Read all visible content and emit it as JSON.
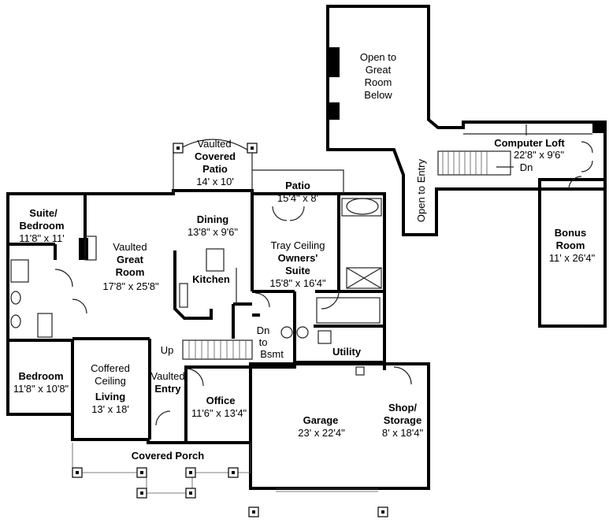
{
  "labels": {
    "open_great_room": [
      "Open to",
      "Great",
      "Room",
      "Below"
    ],
    "open_entry": "Open to Entry",
    "computer_loft": {
      "name": "Computer Loft",
      "size": "22'8\" x 9'6\""
    },
    "loft_dn": "Dn",
    "bonus_room": {
      "name_1": "Bonus",
      "name_2": "Room",
      "size": "11' x 26'4\""
    },
    "covered_patio": {
      "pre": "Vaulted",
      "name_1": "Covered",
      "name_2": "Patio",
      "size": "14' x 10'"
    },
    "patio": {
      "name": "Patio",
      "size": "15'4\" x 8'"
    },
    "suite_bedroom": {
      "name_1": "Suite/",
      "name_2": "Bedroom",
      "size": "11'8\" x 11'"
    },
    "great_room": {
      "pre": "Vaulted",
      "name_1": "Great",
      "name_2": "Room",
      "size": "17'8\" x 25'8\""
    },
    "dining": {
      "name": "Dining",
      "size": "13'8\" x 9'6\""
    },
    "kitchen": {
      "name": "Kitchen"
    },
    "owners_suite": {
      "pre": "Tray Ceiling",
      "name_1": "Owners'",
      "name_2": "Suite",
      "size": "15'8\" x 16'4\""
    },
    "bedroom": {
      "name": "Bedroom",
      "size": "11'8\" x 10'8\""
    },
    "living": {
      "pre_1": "Coffered",
      "pre_2": "Ceiling",
      "name": "Living",
      "size": "13' x 18'"
    },
    "entry": {
      "pre": "Vaulted",
      "name": "Entry"
    },
    "up": "Up",
    "dn_bsmt": [
      "Dn",
      "to",
      "Bsmt"
    ],
    "office": {
      "name": "Office",
      "size": "11'6\" x 13'4\""
    },
    "utility": {
      "name": "Utility"
    },
    "garage": {
      "name": "Garage",
      "size": "23' x 22'4\""
    },
    "shop_storage": {
      "name_1": "Shop/",
      "name_2": "Storage",
      "size": "8' x 18'4\""
    },
    "covered_porch": {
      "name": "Covered Porch"
    }
  }
}
